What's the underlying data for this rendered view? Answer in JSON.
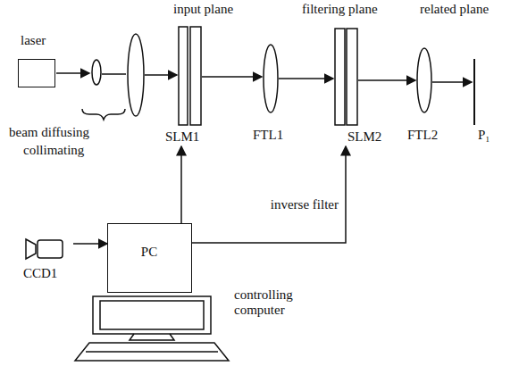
{
  "diagram": {
    "nodes": [
      {
        "text": [
          "laser"
        ]
      },
      {
        "text": [
          "input plane",
          "SLM1"
        ]
      },
      {
        "text": [
          "filtering plane",
          "SLM2"
        ]
      },
      {
        "text": [
          "PC"
        ]
      },
      {
        "text": [
          "CCD1"
        ]
      }
    ],
    "edges": [
      {
        "from": 3,
        "to": 1,
        "arrow": "to"
      },
      {
        "from": 3,
        "to": 2,
        "label": "inverse filter",
        "arrow": "to"
      },
      {
        "from": 4,
        "to": 3,
        "arrow": "to"
      }
    ],
    "labels": [
      "beam diffusing",
      "collimating",
      "FTL1",
      "FTL2",
      "related plane",
      "P₁",
      "controlling computer"
    ]
  }
}
